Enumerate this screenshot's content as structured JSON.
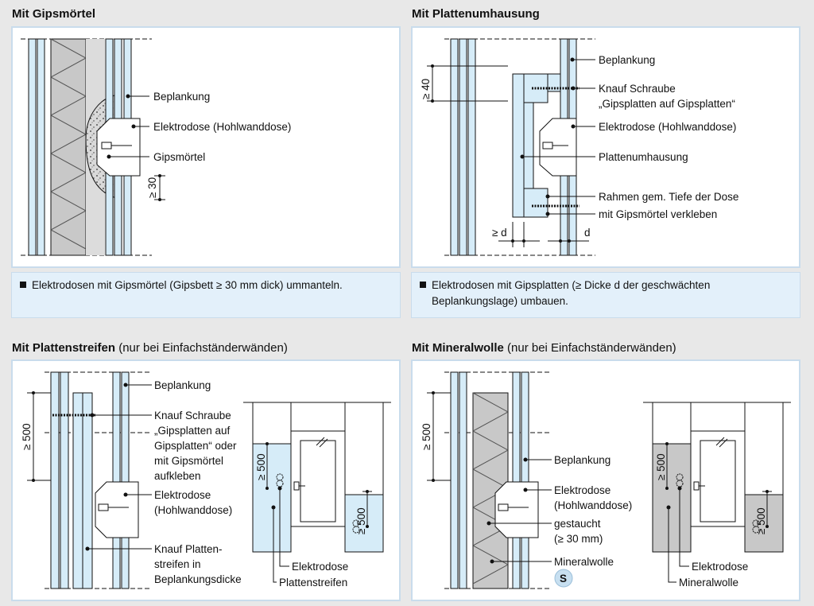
{
  "sections": {
    "tl": {
      "title": "Mit Gipsmörtel",
      "suffix": ""
    },
    "tr": {
      "title": "Mit Plattenumhausung",
      "suffix": ""
    },
    "bl": {
      "title": "Mit Plattenstreifen",
      "suffix": " (nur bei Einfachständerwänden)"
    },
    "br": {
      "title": "Mit Mineralwolle",
      "suffix": " (nur bei Einfachständerwänden)"
    }
  },
  "notes": {
    "tl": "Elektrodosen mit Gipsmörtel (Gipsbett ≥ 30 mm dick) ummanteln.",
    "tr_line1": "Elektrodosen mit Gipsplatten (≥ Dicke d der geschwächten",
    "tr_line2": "Beplankungslage) umbauen."
  },
  "labels": {
    "tl": {
      "beplankung": "Beplankung",
      "elektrodose": "Elektrodose (Hohlwanddose)",
      "gipsmoertel": "Gipsmörtel",
      "dim": "≥ 30"
    },
    "tr": {
      "beplankung": "Beplankung",
      "schraube1": "Knauf Schraube",
      "schraube2": "„Gipsplatten auf Gipsplatten“",
      "elektrodose": "Elektrodose (Hohlwanddose)",
      "umhausung": "Plattenumhausung",
      "rahmen": "Rahmen gem. Tiefe der Dose",
      "verkleben": "mit Gipsmörtel verkleben",
      "dim40": "≥ 40",
      "dimd1": "≥ d",
      "dimd2": "d"
    },
    "bl": {
      "beplankung": "Beplankung",
      "schraube1": "Knauf Schraube",
      "schraube2": "„Gipsplatten auf",
      "schraube3": "Gipsplatten“ oder",
      "schraube4": "mit Gipsmörtel",
      "schraube5": "aufkleben",
      "elektrodose1": "Elektrodose",
      "elektrodose2": "(Hohlwanddose)",
      "streifen1": "Knauf Platten-",
      "streifen2": "streifen in",
      "streifen3": "Beplankungsdicke",
      "dim500": "≥ 500",
      "elev_dim1": "≥ 500",
      "elev_dim2": "≥ 500",
      "elev_elektrodose": "Elektrodose",
      "elev_streifen": "Plattenstreifen"
    },
    "br": {
      "beplankung": "Beplankung",
      "elektrodose1": "Elektrodose",
      "elektrodose2": "(Hohlwanddose)",
      "gestaucht1": "gestaucht",
      "gestaucht2": "(≥ 30 mm)",
      "mineralwolle": "Mineralwolle",
      "badge": "S",
      "dim500": "≥ 500",
      "elev_dim1": "≥ 500",
      "elev_dim2": "≥ 500",
      "elev_elektrodose": "Elektrodose",
      "elev_mineralwolle": "Mineralwolle"
    }
  },
  "colors": {
    "board_blue": "#d6ecf8",
    "note_bg": "#e3f0fa",
    "panel_border": "#c9dcec",
    "wool_grey": "#c8c8c8",
    "page_bg": "#e8e8e8"
  }
}
